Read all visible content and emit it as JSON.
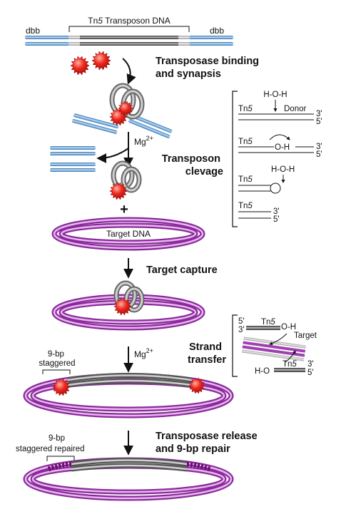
{
  "top": {
    "dbb_left": "dbb",
    "dbb_right": "dbb",
    "tn_prefix": "Tn",
    "tn_italic": "5",
    "tn_suffix": " Transposon DNA"
  },
  "steps": {
    "binding_line1": "Transposase binding",
    "binding_line2": "and synapsis",
    "cleavage_line1": "Transposon",
    "cleavage_line2": "clevage",
    "capture": "Target capture",
    "transfer_line1": "Strand",
    "transfer_line2": "transfer",
    "release_line1": "Transposase release",
    "release_line2": "and 9-bp repair"
  },
  "labels": {
    "mg_base": "Mg",
    "mg_sup": "2+",
    "plus": "+",
    "target_dna": "Target DNA",
    "staggered_1": "9-bp",
    "staggered_2": "staggered",
    "repaired_1": "9-bp",
    "repaired_2": "staggered repaired"
  },
  "mechanism_top": {
    "water": "H-O-H",
    "tn_a": "Tn",
    "tn_a_it": "5",
    "donor": "Donor",
    "three_a": "3'",
    "five_a": "5'",
    "tn_b": "Tn",
    "tn_b_it": "5",
    "oh": "O-H",
    "three_b": "3'",
    "five_b": "5'",
    "tn_c": "Tn",
    "tn_c_it": "5",
    "water_c": "H-O-H",
    "tn_d": "Tn",
    "tn_d_it": "5",
    "three_d": "3'",
    "five_d": "5'"
  },
  "mechanism_bottom": {
    "five_top": "5'",
    "three_top": "3'",
    "tn_top": "Tn",
    "tn_top_it": "5",
    "oh_top": "O-H",
    "target": "Target",
    "ho_bottom": "H-O",
    "tn_bot": "Tn",
    "tn_bot_it": "5",
    "three_bot": "3'",
    "five_bot": "5'"
  },
  "colors": {
    "dna_blue": "#5aa0d8",
    "dna_purple": "#a040b0",
    "transposon_gray": "#555555",
    "transposase_red": "#e02020",
    "repair_dark": "#6a1070"
  }
}
